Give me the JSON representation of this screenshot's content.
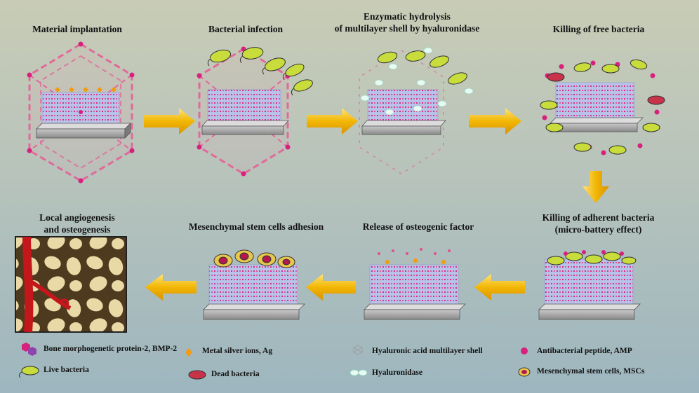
{
  "steps": [
    {
      "id": "s1",
      "title": "Material implantation"
    },
    {
      "id": "s2",
      "title": "Bacterial infection"
    },
    {
      "id": "s3",
      "title": "Enzymatic hydrolysis of multilayer shell by hyaluronidase"
    },
    {
      "id": "s4",
      "title": "Killing of free bacteria"
    },
    {
      "id": "s5",
      "title": "Killing of adherent bacteria (micro-battery effect)"
    },
    {
      "id": "s6",
      "title": "Release of osteogenic factor"
    },
    {
      "id": "s7",
      "title": "Mesenchymal stem cells adhesion"
    },
    {
      "id": "s8",
      "title": "Local angiogenesis and osteogenesis"
    }
  ],
  "step_titles": {
    "s3_line1": "Enzymatic hydrolysis",
    "s3_line2": "of multilayer shell by hyaluronidase",
    "s5_line1": "Killing of adherent bacteria",
    "s5_line2": "(micro-battery effect)",
    "s8_line1": "Local angiogenesis",
    "s8_line2": "and osteogenesis"
  },
  "legend": {
    "bmp2": "Bone morphogenetic protein-2, BMP-2",
    "live_bacteria": "Live bacteria",
    "silver": "Metal silver ions, Ag",
    "dead_bacteria": "Dead bacteria",
    "ha_shell": "Hyaluronic acid multilayer shell",
    "hyaluronidase": "Hyaluronidase",
    "amp": "Antibacterial peptide, AMP",
    "mscs": "Mesenchymal stem cells, MSCs"
  },
  "colors": {
    "arrow": "#f2b705",
    "pillar": "#b9c3ea",
    "magenta": "#d8207d",
    "silver": "#f39c12",
    "shell": "#e06a9a",
    "live": "#c8dc3c",
    "dead": "#c8334a",
    "vessel": "#c3171c",
    "bone": "#e9d9a6"
  }
}
